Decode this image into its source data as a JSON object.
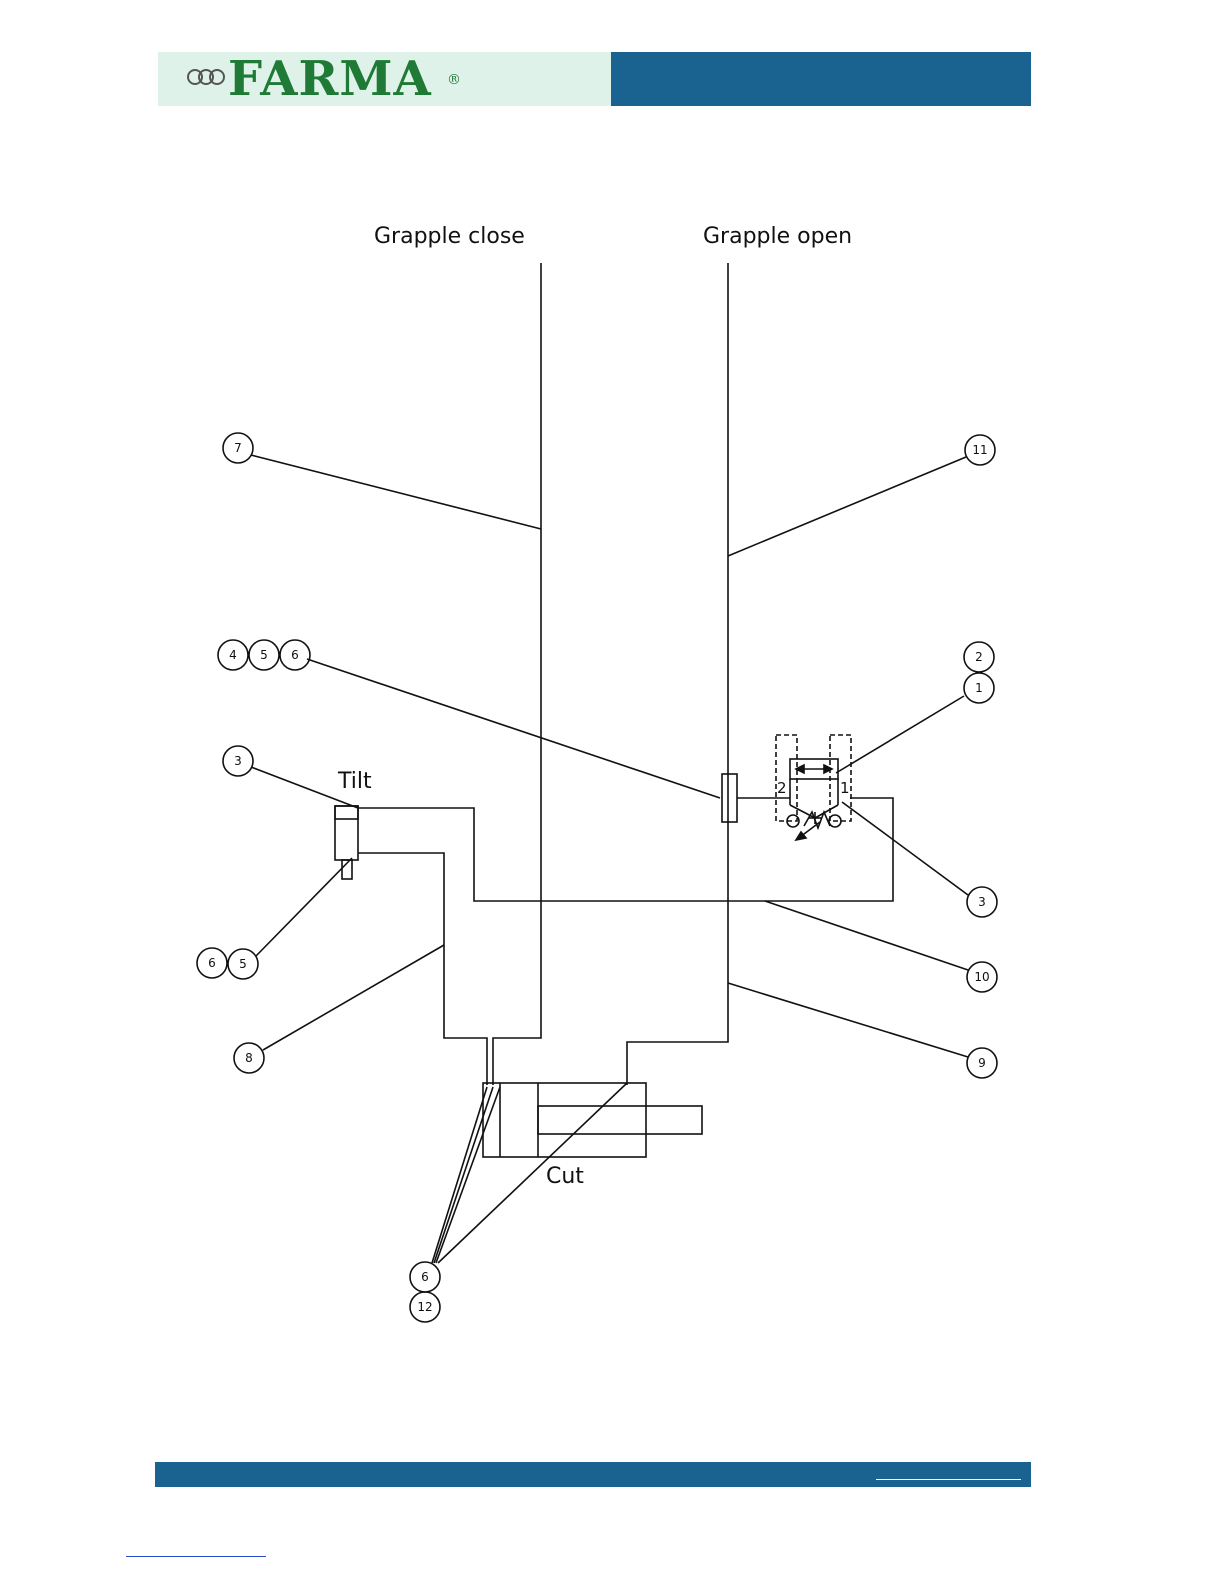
{
  "header": {
    "brand": "FARMA",
    "registered": "®"
  },
  "diagram": {
    "grapple_close": "Grapple close",
    "grapple_open": "Grapple open",
    "tilt": "Tilt",
    "cut": "Cut",
    "valve_port_2": "2",
    "valve_port_1": "1",
    "callouts": {
      "c7": "7",
      "c11": "11",
      "c4": "4",
      "c5": "5",
      "c6": "6",
      "c2": "2",
      "c1": "1",
      "c3_left": "3",
      "c3_right": "3",
      "c6_low": "6",
      "c5_low": "5",
      "c10": "10",
      "c8": "8",
      "c9": "9",
      "c6_bottom": "6",
      "c12": "12"
    }
  },
  "colors": {
    "header_blue": "#1a6290",
    "logo_bg": "#dff2ea",
    "brand_green": "#1f7a35"
  }
}
